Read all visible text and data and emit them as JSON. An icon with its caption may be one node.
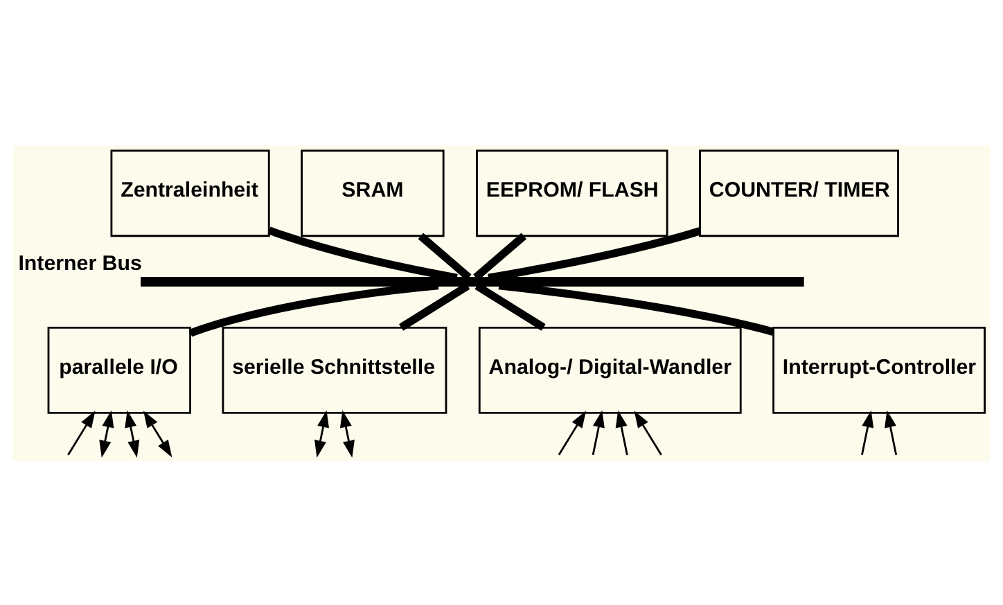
{
  "diagram": {
    "nodes": [
      {
        "text": [
          "Zentraleinheit"
        ]
      },
      {
        "text": [
          "SRAM"
        ]
      },
      {
        "text": [
          "EEPROM/ FLASH"
        ]
      },
      {
        "text": [
          "COUNTER/ TIMER"
        ]
      },
      {
        "text": [],
        "shape": "bar",
        "beside": [
          "Interner Bus"
        ]
      },
      {
        "text": [
          "parallele I/O"
        ]
      },
      {
        "text": [
          "serielle Schnittstelle"
        ]
      },
      {
        "text": [
          "Analog-/ Digital-Wandler"
        ]
      },
      {
        "text": [
          "Interrupt-Controller"
        ]
      }
    ],
    "edges": [
      {
        "from": 0,
        "to": 4,
        "arrow": "none",
        "style": "thick"
      },
      {
        "from": 1,
        "to": 4,
        "arrow": "none",
        "style": "thick"
      },
      {
        "from": 2,
        "to": 4,
        "arrow": "none",
        "style": "thick"
      },
      {
        "from": 3,
        "to": 4,
        "arrow": "none",
        "style": "thick"
      },
      {
        "from": 4,
        "to": 5,
        "arrow": "none",
        "style": "thick"
      },
      {
        "from": 4,
        "to": 6,
        "arrow": "none",
        "style": "thick"
      },
      {
        "from": 4,
        "to": 7,
        "arrow": "none",
        "style": "thick"
      },
      {
        "from": 4,
        "to": 8,
        "arrow": "none",
        "style": "thick"
      },
      {
        "from": null,
        "to": 5,
        "arrow": "to"
      },
      {
        "from": null,
        "to": 5,
        "arrow": "both"
      },
      {
        "from": null,
        "to": 5,
        "arrow": "both"
      },
      {
        "from": null,
        "to": 5,
        "arrow": "both"
      },
      {
        "from": null,
        "to": 6,
        "arrow": "both"
      },
      {
        "from": null,
        "to": 6,
        "arrow": "both"
      },
      {
        "from": null,
        "to": 7,
        "arrow": "to"
      },
      {
        "from": null,
        "to": 7,
        "arrow": "to"
      },
      {
        "from": null,
        "to": 7,
        "arrow": "to"
      },
      {
        "from": null,
        "to": 7,
        "arrow": "to"
      },
      {
        "from": null,
        "to": 8,
        "arrow": "to"
      },
      {
        "from": null,
        "to": 8,
        "arrow": "to"
      }
    ]
  }
}
